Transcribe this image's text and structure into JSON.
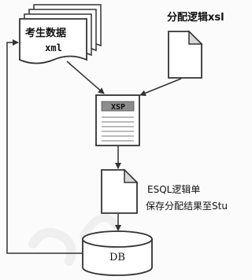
{
  "diagram": {
    "nodes": {
      "student_data": {
        "label_line1": "考生数据",
        "label_line2": "xml"
      },
      "allocation_logic": {
        "label": "分配逻辑xsl"
      },
      "xsp": {
        "label": "XSP"
      },
      "esql": {
        "label_line1": "ESQL逻辑单",
        "label_line2": "保存分配结果至Stu"
      },
      "db": {
        "label": "DB"
      }
    }
  },
  "colors": {
    "stroke": "#333333",
    "fill": "#ffffff",
    "fold": "#d8d8d8",
    "xsp_header": "#8c8c8c",
    "watermark": "#e6e6e6"
  }
}
